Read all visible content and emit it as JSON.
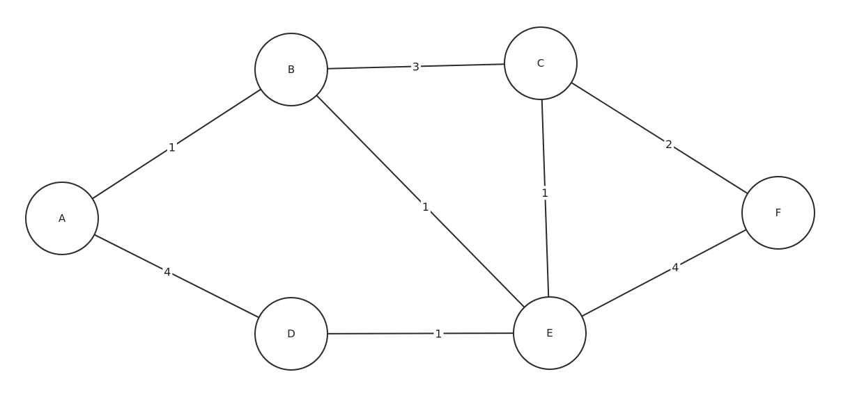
{
  "graph": {
    "nodes": [
      {
        "id": "A",
        "label": "A"
      },
      {
        "id": "B",
        "label": "B"
      },
      {
        "id": "C",
        "label": "C"
      },
      {
        "id": "D",
        "label": "D"
      },
      {
        "id": "E",
        "label": "E"
      },
      {
        "id": "F",
        "label": "F"
      }
    ],
    "edges": [
      {
        "from": "A",
        "to": "B",
        "weight": "1"
      },
      {
        "from": "A",
        "to": "D",
        "weight": "4"
      },
      {
        "from": "B",
        "to": "C",
        "weight": "3"
      },
      {
        "from": "B",
        "to": "E",
        "weight": "1"
      },
      {
        "from": "C",
        "to": "E",
        "weight": "1"
      },
      {
        "from": "C",
        "to": "F",
        "weight": "2"
      },
      {
        "from": "D",
        "to": "E",
        "weight": "1"
      },
      {
        "from": "E",
        "to": "F",
        "weight": "4"
      }
    ]
  }
}
